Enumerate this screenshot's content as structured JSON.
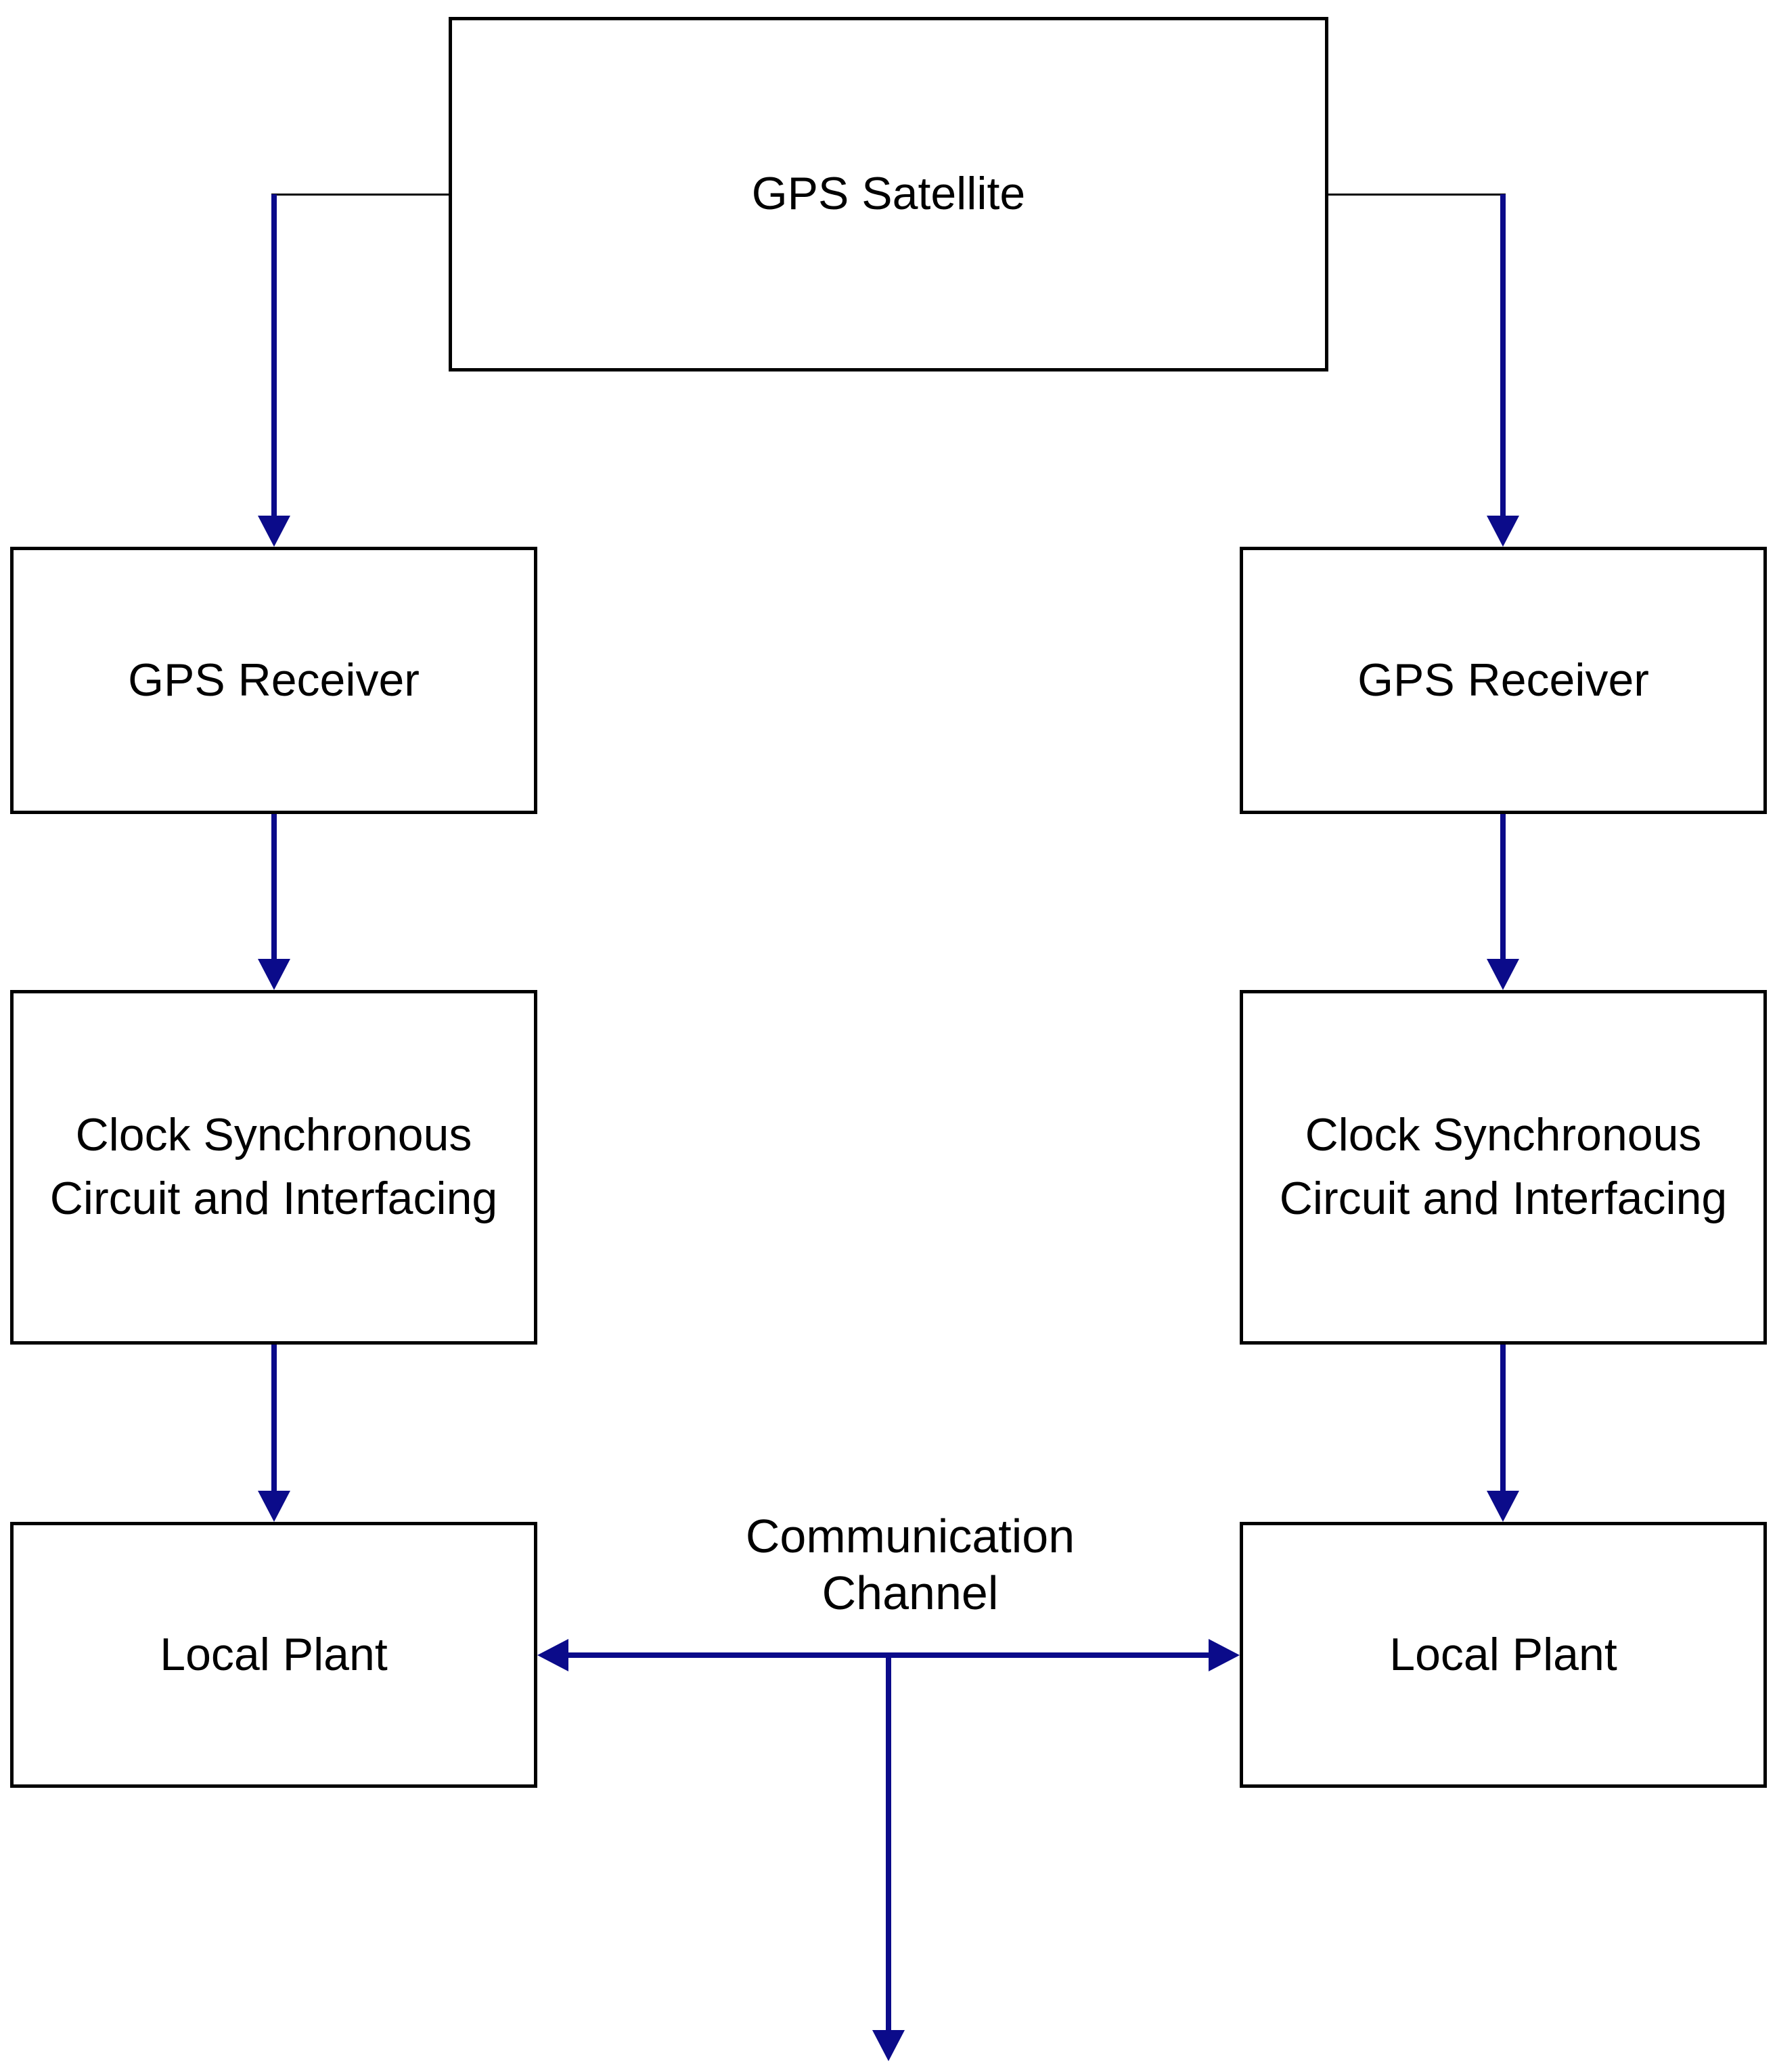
{
  "colors": {
    "arrow": "#0b0b8a",
    "line": "#000000",
    "text": "#000000",
    "box_fill": "#ffffff",
    "page_background": "#ffffff"
  },
  "nodes": {
    "gps_satellite": {
      "label": "GPS Satellite"
    },
    "gps_receiver_left": {
      "label": "GPS Receiver"
    },
    "gps_receiver_right": {
      "label": "GPS Receiver"
    },
    "clock_sync_left": {
      "label": "Clock Synchronous Circuit and Interfacing"
    },
    "clock_sync_right": {
      "label": "Clock Synchronous Circuit and Interfacing"
    },
    "local_plant_left": {
      "label": "Local Plant"
    },
    "local_plant_right": {
      "label": "Local Plant"
    }
  },
  "labels": {
    "communication_channel": "Communication Channel"
  }
}
